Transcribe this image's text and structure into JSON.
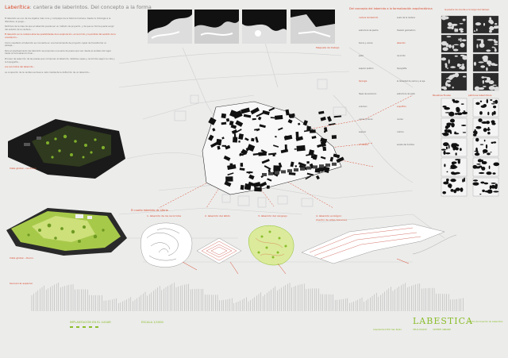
{
  "header": {
    "title_prefix": "Laberítica",
    "title_rest": ": cantera de laberintos. Del concepto a la forma",
    "right_title": "Del concepto del laberinto a la formalización arquitectónica"
  },
  "intro": {
    "paragraphs": [
      "El laberinto es uno de los objetos más ricos y complejos de la historia humana. Desde la mitología a la literatura, el juego...",
      "Partimos de la idea de que el laberinto puede ser un método de proyecto, y de que su forma puede surgir del estudio de la cantera...",
      "El laberinto en la cantera abre las posibilidades de la exploración, el recorrido y la pérdida del sentido de la orientación...",
      "Como resultado el laberinto se convierte en una herramienta de proyecto capaz de transformar el paisaje...",
      "Para el planteamiento del laberinto se proponen una serie de pasos que van desde el análisis del lugar hasta la formalización final...",
      "Proceso de selección de las piezas que componen el laberinto, distintas capas y recorridos según la cota y la topografía...",
      "Los recorridos del laberinto...",
      "La ocupación de la cantera se lleva a cabo mediante la definición de un laberinto..."
    ]
  },
  "models": {
    "day_caption": "Vista global - nocturno",
    "color_caption": "Vista global - diurno",
    "section_caption": "Secuencia espacial"
  },
  "strip": {
    "caption": "Maqueta de trabajo"
  },
  "labyrinths": {
    "heading": "El cuarto laberinto de Lilbria",
    "items": [
      "1. laberinto de los recorridos",
      "2. laberinto del latido",
      "3. laberinto del cangrejo",
      "4. laberinto ecológico"
    ],
    "item4_sub": "(Centro de Artes Sonoros)"
  },
  "right": {
    "column_title": "la piedra de monte a lo largo del tiempo",
    "forms_title": "Muestras finales",
    "patterns_title": "patrones laberínticos",
    "annotations": [
      "cantera del labirinto",
      "suelo de la cantera",
      "estructura de piedra",
      "trazado geometrico",
      "llenos y vacios",
      "laberinto",
      "patio",
      "recorrido",
      "espacio publico",
      "topografia",
      "tipologia",
      "la densidad de vacios y el eje",
      "fases de evolucion",
      "estructura de patio",
      "volumen",
      "superficie",
      "vacios y llenos",
      "nucleo",
      "espacio",
      "camino",
      "la cantera",
      "escala del hombre"
    ]
  },
  "footer": {
    "left_label": "IMPLANTACIÓN EN EL LUGAR",
    "scale_label": "ESCALA 1/1000",
    "logo": "LABESTICA",
    "right_label": "Centro de Creación de Laberintos",
    "sub1": "CELIA DUQUE",
    "sub2": "VICENTE ARRANZ",
    "sub3": "Arquitectura ECC San Pedro"
  },
  "colors": {
    "accent": "#d94b2b",
    "green": "#8bbd2b",
    "dark": "#111111",
    "paper": "#ececeb"
  }
}
